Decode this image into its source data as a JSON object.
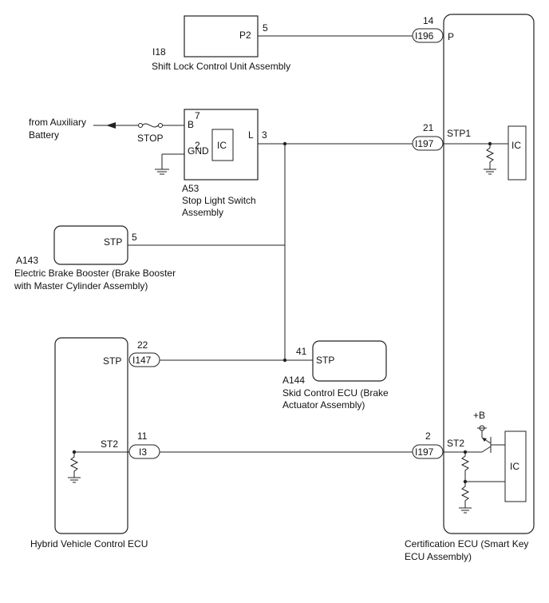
{
  "colors": {
    "line": "#222222",
    "background": "#ffffff"
  },
  "shift_lock": {
    "code": "I18",
    "name": "Shift Lock Control Unit Assembly",
    "pin_label": "P2",
    "pin_no": "5"
  },
  "certification_ecu": {
    "name_line1": "Certification ECU (Smart Key",
    "name_line2": "ECU Assembly)",
    "pin_p": {
      "no": "14",
      "connector": "I196",
      "label": "P"
    },
    "pin_stp1": {
      "no": "21",
      "connector": "I197",
      "label": "STP1"
    },
    "pin_st2": {
      "no": "2",
      "connector": "I197",
      "label": "ST2"
    },
    "ic_top": "IC",
    "ic_bottom": "IC",
    "supply": "+B"
  },
  "aux": {
    "line1": "from Auxiliary",
    "line2": "Battery",
    "fuse": "STOP"
  },
  "stop_light_switch": {
    "code": "A53",
    "name_line1": "Stop Light Switch",
    "name_line2": "Assembly",
    "pin_b_no": "7",
    "pin_b": "B",
    "pin_gnd_no": "2",
    "pin_gnd": "GND",
    "pin_l": "L",
    "pin_l_no": "3",
    "ic": "IC"
  },
  "brake_booster": {
    "code": "A143",
    "name_line1": "Electric Brake Booster (Brake Booster",
    "name_line2": "with Master Cylinder Assembly)",
    "pin": "STP",
    "pin_no": "5"
  },
  "hybrid_ecu": {
    "name": "Hybrid Vehicle Control ECU",
    "pin_stp": "STP",
    "pin_stp_no": "22",
    "pin_stp_connector": "I147",
    "pin_st2": "ST2",
    "pin_st2_no": "11",
    "pin_st2_connector": "I3"
  },
  "skid_control": {
    "code": "A144",
    "name_line1": "Skid Control ECU (Brake",
    "name_line2": "Actuator Assembly)",
    "pin": "STP",
    "pin_no": "41"
  }
}
